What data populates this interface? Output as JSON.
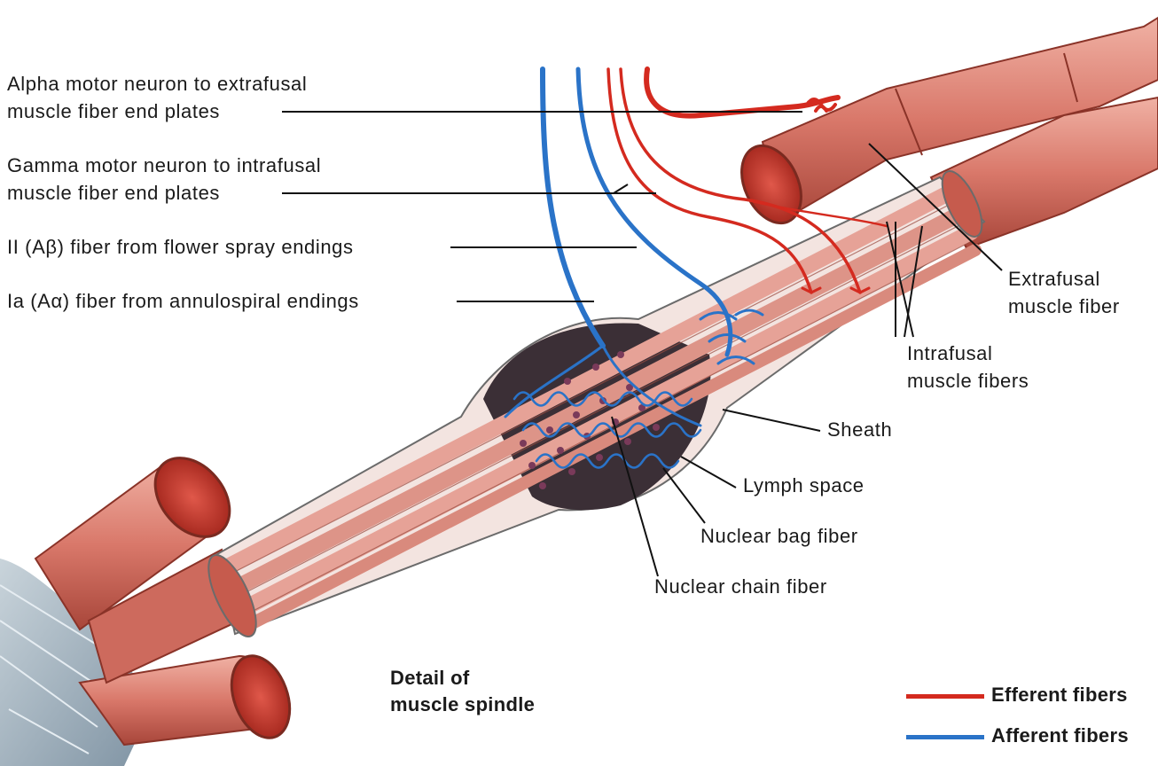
{
  "labels": {
    "alpha_1": "Alpha motor neuron to extrafusal",
    "alpha_2": "muscle fiber end plates",
    "gamma_1": "Gamma motor neuron to intrafusal",
    "gamma_2": "muscle fiber end plates",
    "ii_fiber": "II (Aβ) fiber from flower spray endings",
    "ia_fiber": "Ia (Aα) fiber from annulospiral endings",
    "extrafusal_1": "Extrafusal",
    "extrafusal_2": "muscle fiber",
    "intrafusal_1": "Intrafusal",
    "intrafusal_2": "muscle fibers",
    "sheath": "Sheath",
    "lymph_space": "Lymph space",
    "nuclear_bag": "Nuclear bag fiber",
    "nuclear_chain": "Nuclear chain fiber",
    "detail_1": "Detail of",
    "detail_2": "muscle spindle"
  },
  "legend": [
    {
      "label": "Efferent fibers",
      "color": "#d42a1f"
    },
    {
      "label": "Afferent fibers",
      "color": "#2a73c8"
    }
  ],
  "colors": {
    "muscle": "#d9786a",
    "muscle_dark": "#b54a3c",
    "muscle_cut": "#c23a2e",
    "intrafusal": "#e8a59a",
    "efferent": "#d42a1f",
    "afferent": "#2a73c8",
    "leader": "#111111"
  }
}
